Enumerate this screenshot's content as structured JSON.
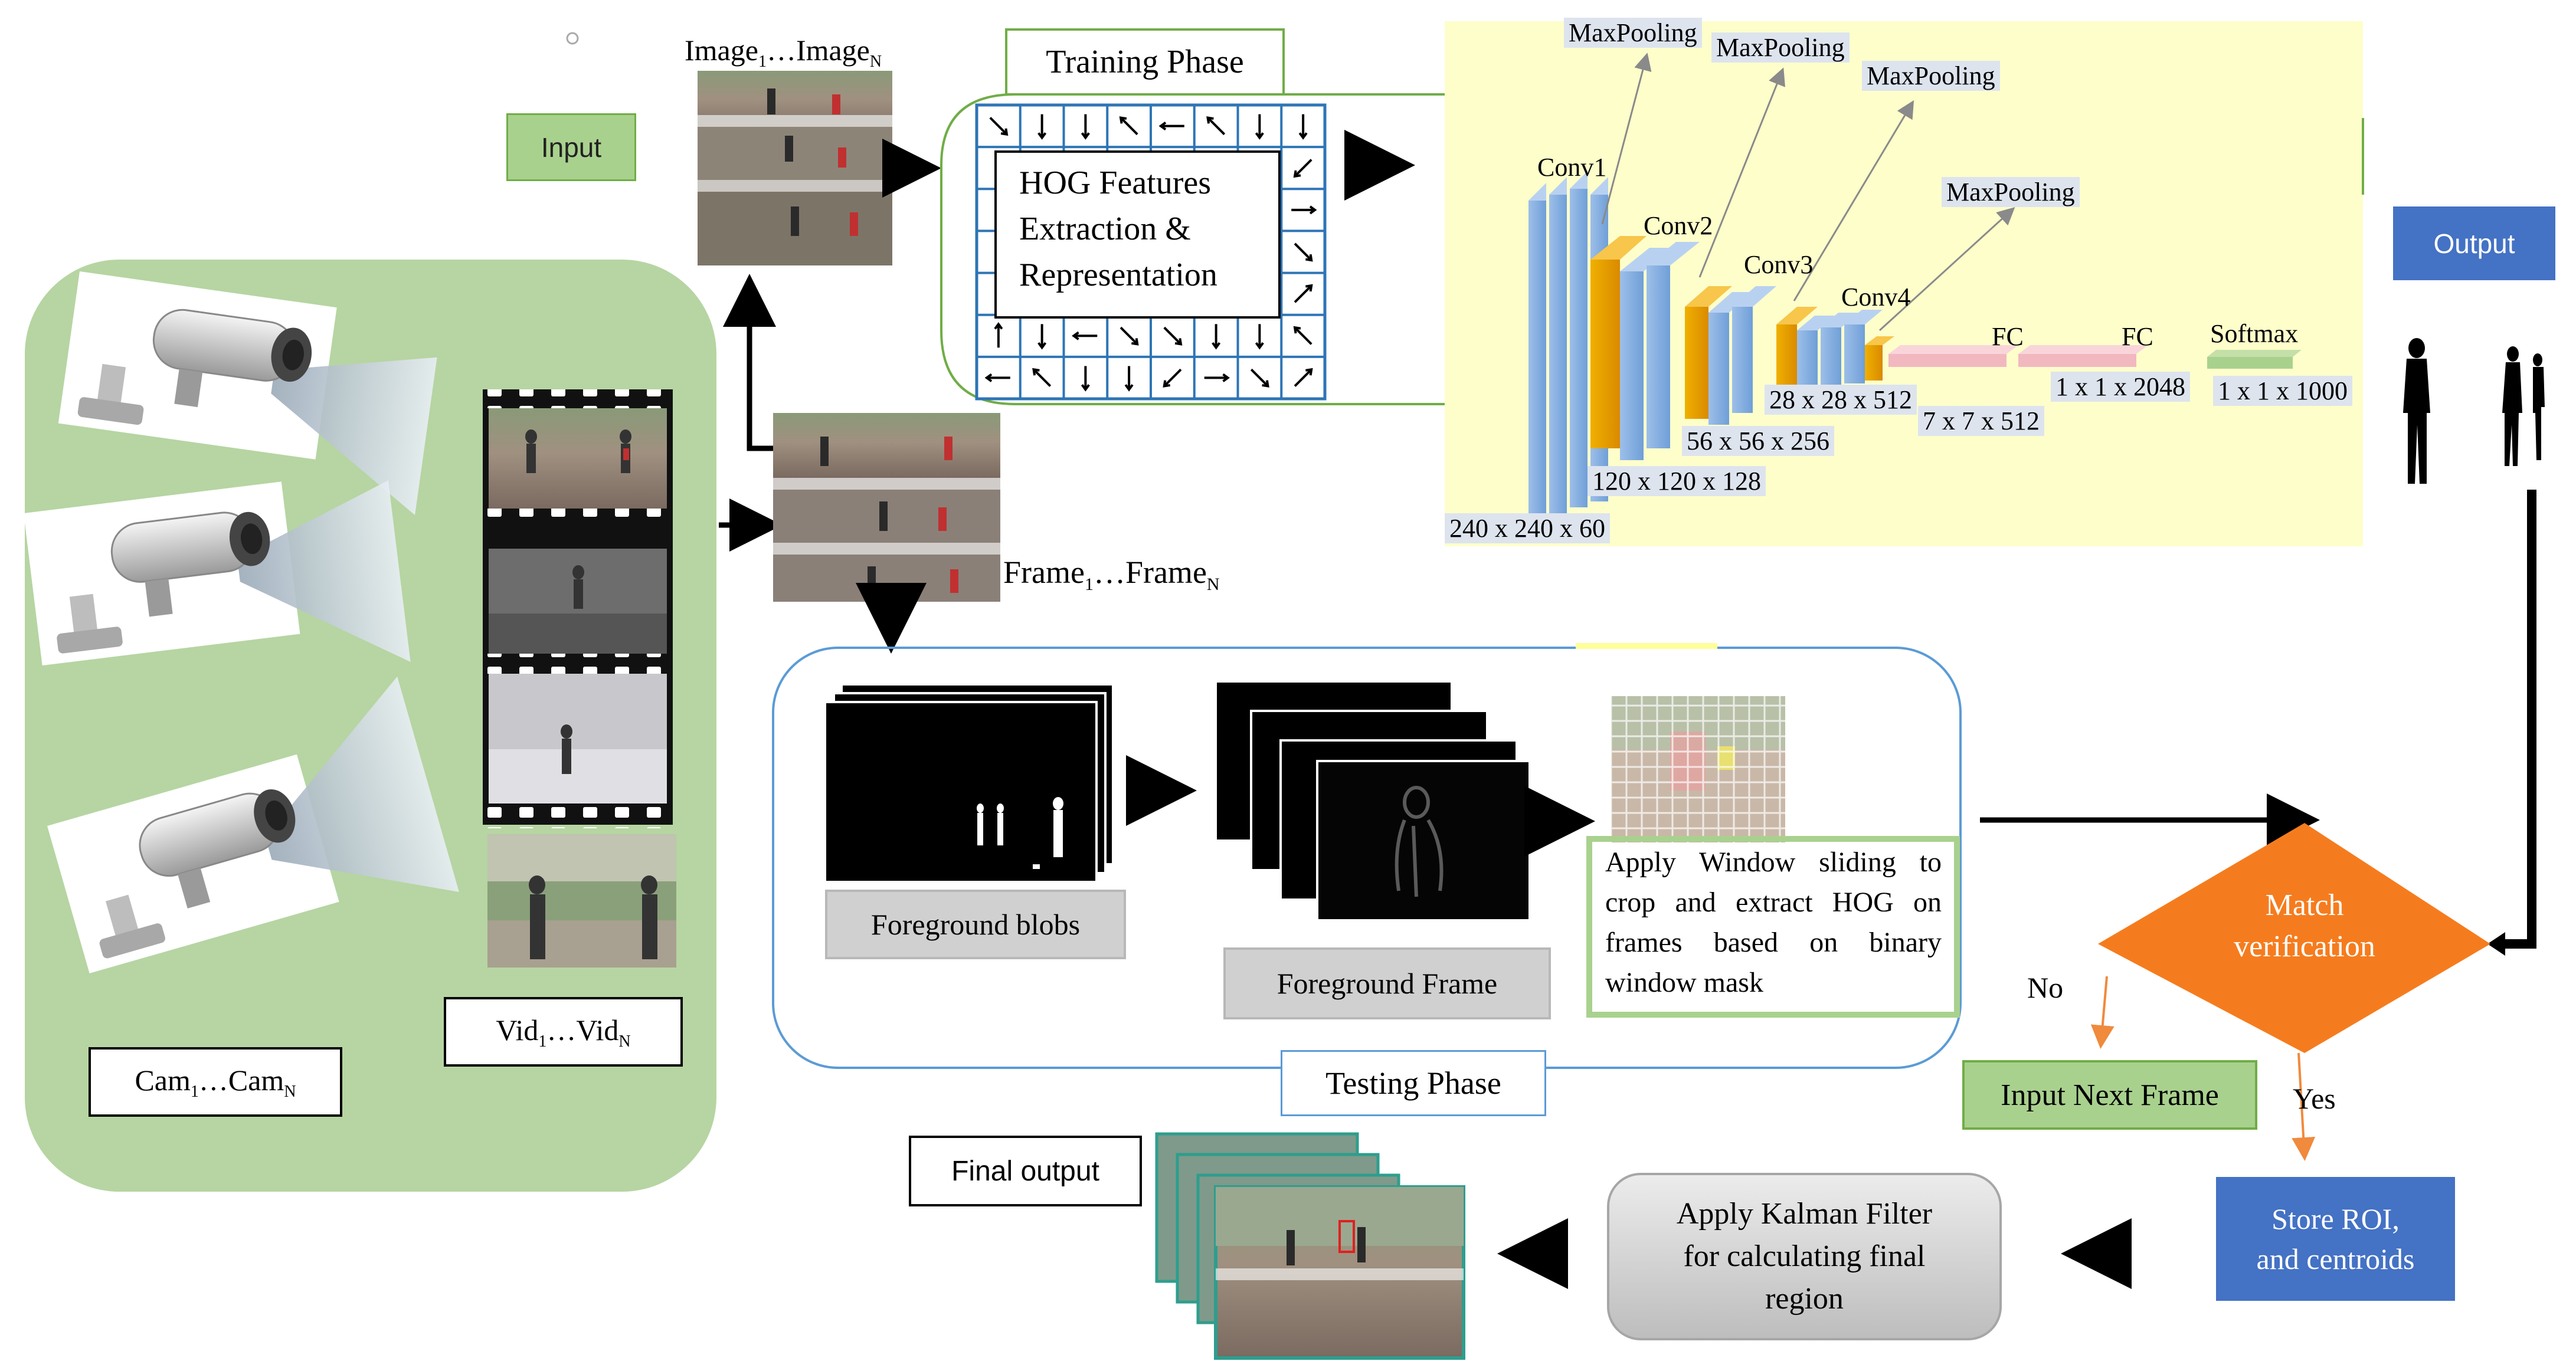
{
  "colors": {
    "green_panel": "#b6d5a2",
    "green_box": "#a9d18e",
    "yellow_panel": "#fefecb",
    "blue_box": "#4472c4",
    "orange_diamond": "#f57c1e",
    "gray_box": "#d0d0d0",
    "conv_blue": "#8eb4e3",
    "pool_orange": "#e69c00",
    "fc_pink": "#f2b8c0"
  },
  "input": {
    "label": "Input"
  },
  "cameras": {
    "label_main": "Cam",
    "label_sub_1": "1",
    "label_mid": "…Cam",
    "label_sub_n": "N",
    "icon": "cctv-camera-icon"
  },
  "videos": {
    "label_main": "Vid",
    "label_sub_1": "1",
    "label_mid": "…Vid",
    "label_sub_n": "N"
  },
  "images": {
    "label_main": "Image",
    "label_sub_1": "1",
    "label_mid": "…Image",
    "label_sub_n": "N"
  },
  "frames": {
    "label_main": "Frame",
    "label_sub_1": "1",
    "label_mid": "…Frame",
    "label_sub_n": "N"
  },
  "training": {
    "title": "Training Phase",
    "hog_line1": "HOG Features",
    "hog_line2": "Extraction &",
    "hog_line3": "Representation"
  },
  "cnn": {
    "conv1": "Conv1",
    "conv2": "Conv2",
    "conv3": "Conv3",
    "conv4": "Conv4",
    "maxpool": "MaxPooling",
    "fc": "FC",
    "softmax": "Softmax",
    "dim1": "240 x 240 x 60",
    "dim2": "120 x 120 x 128",
    "dim3": "56 x 56 x 256",
    "dim4": "28 x 28 x 512",
    "dim5": "7 x 7 x 512",
    "dim6": "1 x 1 x 2048",
    "dim7": "1 x 1 x 1000"
  },
  "output": {
    "label": "Output"
  },
  "testing": {
    "title": "Testing Phase",
    "blobs": "Foreground blobs",
    "fgframe": "Foreground Frame",
    "window": "Apply Window sliding to crop and extract HOG on frames based on binary window mask"
  },
  "match": {
    "line1": "Match",
    "line2": "verification",
    "no": "No",
    "yes": "Yes"
  },
  "next_frame": "Input Next Frame",
  "store": {
    "line1": "Store ROI,",
    "line2": "and centroids"
  },
  "kalman": {
    "line1": "Apply Kalman Filter",
    "line2": "for calculating final",
    "line3": "region"
  },
  "final_output": "Final output"
}
